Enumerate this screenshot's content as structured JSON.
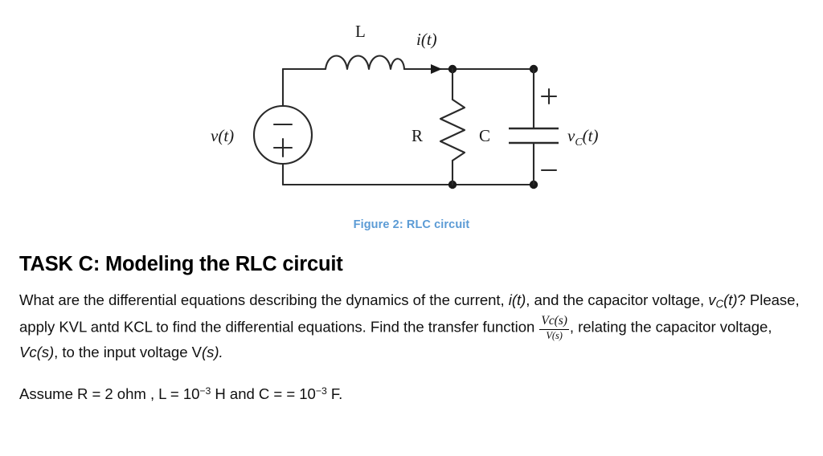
{
  "page": {
    "background": "#ffffff",
    "text_color": "#111111"
  },
  "figure": {
    "caption": "Figure 2: RLC circuit",
    "caption_color": "#5b9bd5",
    "circuit": {
      "type": "RLC series-parallel circuit",
      "source_label": "v(t)",
      "source_polarity_top": "−",
      "source_polarity_bottom": "+",
      "inductor_label": "L",
      "current_label": "i(t)",
      "resistor_label": "R",
      "capacitor_label": "C",
      "capacitor_voltage_label": "v",
      "capacitor_voltage_sub": "C",
      "capacitor_voltage_tail": "(t)",
      "capacitor_polarity_top": "+",
      "capacitor_polarity_bottom": "−"
    }
  },
  "task": {
    "title": "TASK C: Modeling the RLC circuit",
    "paragraph": {
      "p1": "What are the differential equations describing the dynamics of the current, ",
      "i_of_t": "i(t)",
      "p2": ", and the capacitor voltage, ",
      "vc_v": "v",
      "vc_sub": "C",
      "vc_tail": "(t)",
      "p3": "? Please, apply KVL antd KCL to find the differential equations. Find the transfer function ",
      "frac_num": "Vc(s)",
      "frac_den": "V(s)",
      "p4": ",  relating the capacitor voltage, ",
      "vcs": "Vc(s)",
      "p5": ", to the input voltage V",
      "vs_italic": "(s).",
      "assume": {
        "a1": "Assume R = 2 ohm , L = 10",
        "exp1": "−3",
        "a2": " H and C = = 10",
        "exp2": "−3",
        "a3": " F."
      }
    }
  }
}
